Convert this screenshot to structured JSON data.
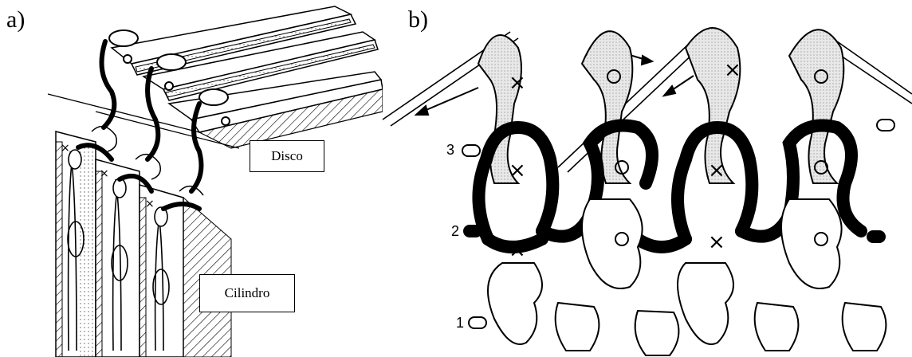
{
  "panels": {
    "a": {
      "label": "a)"
    },
    "b": {
      "label": "b)"
    }
  },
  "labels": {
    "disco": "Disco",
    "cilindro": "Cilindro"
  },
  "row_numbers": [
    "1",
    "2",
    "3"
  ]
}
